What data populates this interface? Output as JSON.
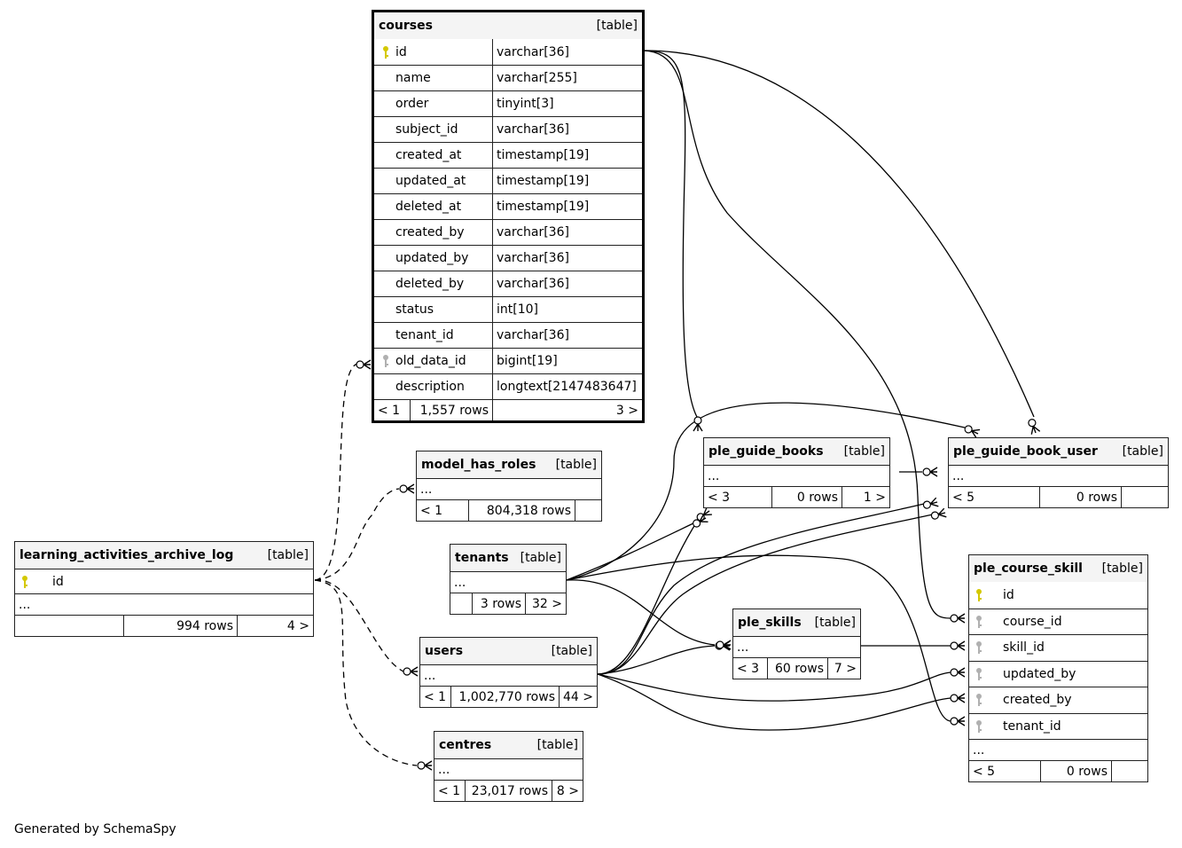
{
  "footer": {
    "credit": "Generated by SchemaSpy"
  },
  "type_label": "[table]",
  "ellipsis": "...",
  "tables": {
    "courses": {
      "name": "courses",
      "columns": [
        {
          "name": "id",
          "type": "varchar[36]",
          "key": "primary"
        },
        {
          "name": "name",
          "type": "varchar[255]",
          "key": ""
        },
        {
          "name": "order",
          "type": "tinyint[3]",
          "key": ""
        },
        {
          "name": "subject_id",
          "type": "varchar[36]",
          "key": ""
        },
        {
          "name": "created_at",
          "type": "timestamp[19]",
          "key": ""
        },
        {
          "name": "updated_at",
          "type": "timestamp[19]",
          "key": ""
        },
        {
          "name": "deleted_at",
          "type": "timestamp[19]",
          "key": ""
        },
        {
          "name": "created_by",
          "type": "varchar[36]",
          "key": ""
        },
        {
          "name": "updated_by",
          "type": "varchar[36]",
          "key": ""
        },
        {
          "name": "deleted_by",
          "type": "varchar[36]",
          "key": ""
        },
        {
          "name": "status",
          "type": "int[10]",
          "key": ""
        },
        {
          "name": "tenant_id",
          "type": "varchar[36]",
          "key": ""
        },
        {
          "name": "old_data_id",
          "type": "bigint[19]",
          "key": "foreign"
        },
        {
          "name": "description",
          "type": "longtext[2147483647]",
          "key": ""
        }
      ],
      "parents": "< 1",
      "rows": "1,557 rows",
      "children": "3 >"
    },
    "model_has_roles": {
      "name": "model_has_roles",
      "parents": "< 1",
      "rows": "804,318 rows",
      "children": ""
    },
    "learning_activities_archive_log": {
      "name": "learning_activities_archive_log",
      "columns": [
        {
          "name": "id",
          "key": "primary"
        }
      ],
      "parents": "",
      "rows": "994 rows",
      "children": "4 >"
    },
    "tenants": {
      "name": "tenants",
      "parents": "",
      "rows": "3 rows",
      "children": "32 >"
    },
    "users": {
      "name": "users",
      "parents": "< 1",
      "rows": "1,002,770 rows",
      "children": "44 >"
    },
    "centres": {
      "name": "centres",
      "parents": "< 1",
      "rows": "23,017 rows",
      "children": "8 >"
    },
    "ple_guide_books": {
      "name": "ple_guide_books",
      "parents": "< 3",
      "rows": "0 rows",
      "children": "1 >"
    },
    "ple_guide_book_user": {
      "name": "ple_guide_book_user",
      "parents": "< 5",
      "rows": "0 rows",
      "children": ""
    },
    "ple_skills": {
      "name": "ple_skills",
      "parents": "< 3",
      "rows": "60 rows",
      "children": "7 >"
    },
    "ple_course_skill": {
      "name": "ple_course_skill",
      "columns": [
        {
          "name": "id",
          "key": "primary"
        },
        {
          "name": "course_id",
          "key": "foreign"
        },
        {
          "name": "skill_id",
          "key": "foreign"
        },
        {
          "name": "updated_by",
          "key": "foreign"
        },
        {
          "name": "created_by",
          "key": "foreign"
        },
        {
          "name": "tenant_id",
          "key": "foreign"
        }
      ],
      "parents": "< 5",
      "rows": "0 rows",
      "children": ""
    }
  },
  "colors": {
    "primary_key": "#d4c800",
    "foreign_key": "#b0b0b0",
    "header_bg": "#f4f4f4",
    "line": "#000000"
  }
}
